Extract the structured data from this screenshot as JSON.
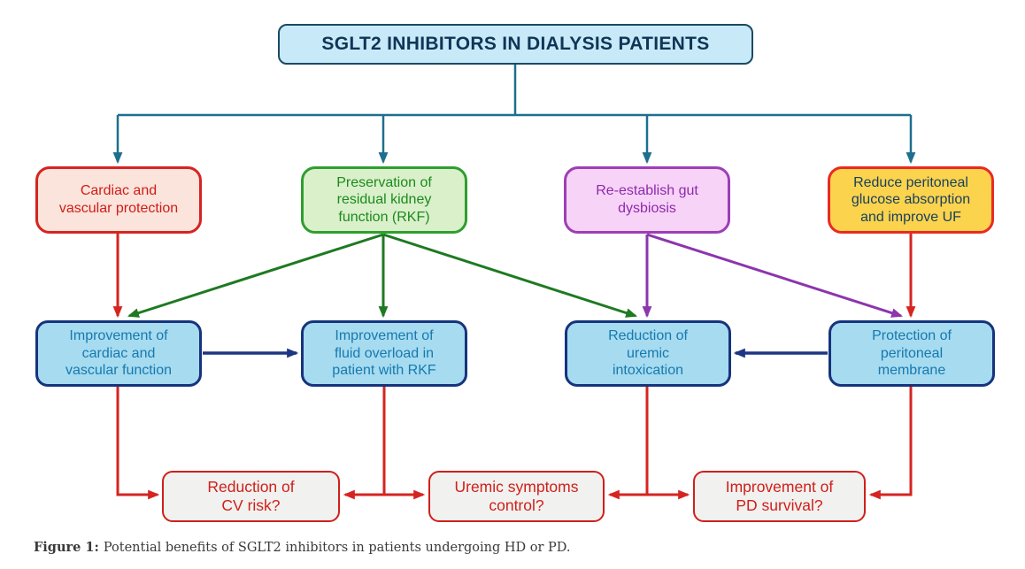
{
  "diagram": {
    "title": "SGLT2 INHIBITORS IN DIALYSIS PATIENTS",
    "potential_benefits": [
      {
        "label": "Cardiac and\nvascular protection"
      },
      {
        "label": "Preservation of\nresidual kidney\nfunction (RKF)"
      },
      {
        "label": "Re-establish gut\ndysbiosis"
      },
      {
        "label": "Reduce peritoneal\nglucose absorption\nand improve UF"
      }
    ],
    "mechanisms": [
      {
        "label": "Improvement of\ncardiac and\nvascular function"
      },
      {
        "label": "Improvement of\nfluid overload in\npatient with RKF"
      },
      {
        "label": "Reduction of\nuremic\nintoxication"
      },
      {
        "label": "Protection of\nperitoneal\nmembrane"
      }
    ],
    "outcomes": [
      {
        "label": "Reduction of\nCV risk?"
      },
      {
        "label": "Uremic symptoms\ncontrol?"
      },
      {
        "label": "Improvement of\nPD survival?"
      }
    ],
    "caption": {
      "prefix": "Figure 1:",
      "text": "Potential benefits of SGLT2 inhibitors in patients undergoing HD or PD."
    },
    "colors": {
      "branch_arrow": "#1d6f8e",
      "red_arrow": "#d62420",
      "green_arrow": "#1e7a21",
      "purple_arrow": "#8c35ad",
      "navy_arrow": "#1c3584",
      "title_bg": "#c8e9f7",
      "title_border": "#1a4a63",
      "title_text": "#0f3557",
      "cardiac_bg": "#fbe4dc",
      "cardiac_border": "#d62420",
      "cardiac_text": "#d01d18",
      "rkf_bg": "#d9f0cb",
      "rkf_border": "#2f9e2f",
      "rkf_text": "#1c8a1c",
      "gut_bg": "#f8d3f8",
      "gut_border": "#9c3fb5",
      "gut_text": "#8c2bac",
      "peritoneal_bg": "#fbd34d",
      "peritoneal_border": "#e92a23",
      "peritoneal_text": "#173f5f",
      "mechanism_bg": "#a6dbf0",
      "mechanism_border": "#16337d",
      "mechanism_text": "#1779ae",
      "outcome_bg": "#f1f1ef",
      "outcome_border": "#cf201b",
      "outcome_text": "#cf201b",
      "caption_text": "#3a3a3a"
    }
  }
}
